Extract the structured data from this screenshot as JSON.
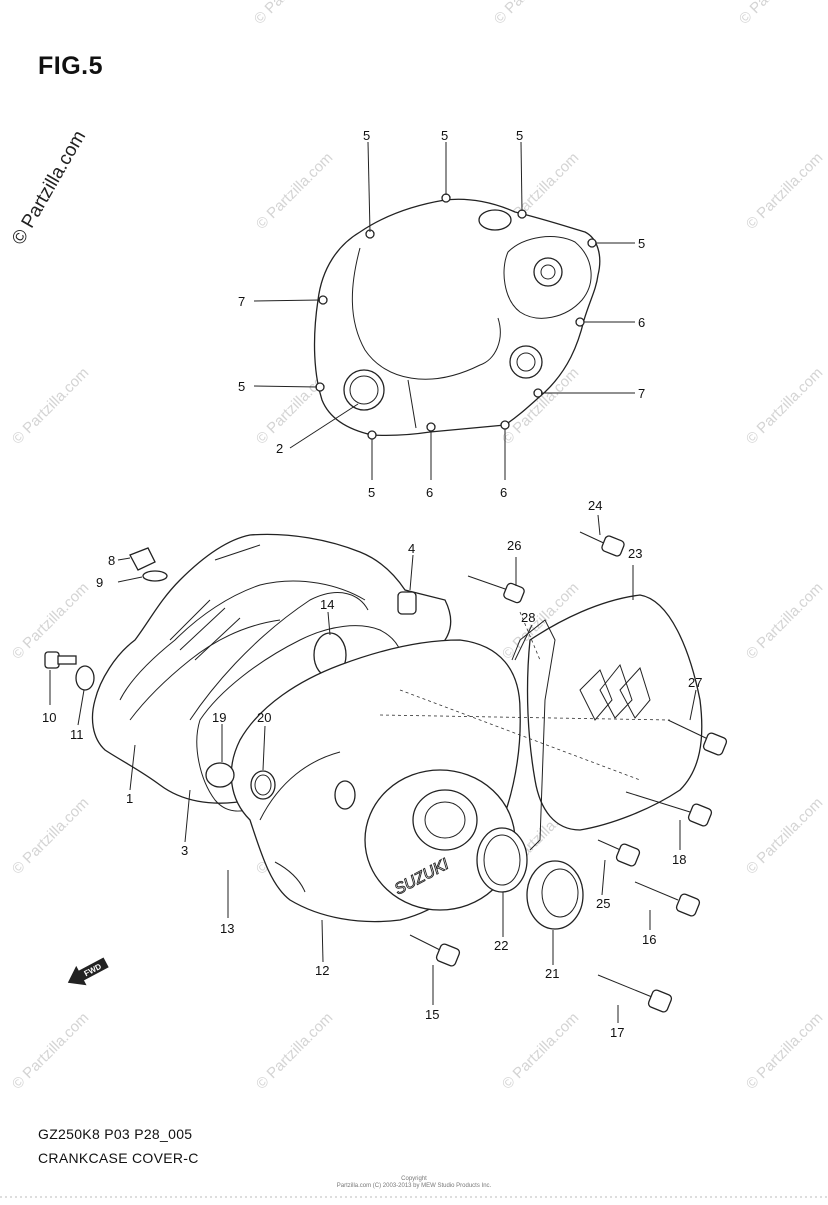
{
  "figure_title": "FIG.5",
  "side_watermark": "© Partzilla.com",
  "tile_watermark": "© Partzilla.com",
  "footer": {
    "model_code": "GZ250K8 P03 P28_005",
    "section_name": "CRANKCASE COVER-C"
  },
  "copyright_lines": [
    "Copyright",
    "Partzilla.com (C) 2003-2013 by MEW Studio Products Inc."
  ],
  "brand_mark": "SUZUKI",
  "fwd_label": "FWD",
  "callouts": [
    {
      "id": "c1",
      "label": "5"
    },
    {
      "id": "c2",
      "label": "5"
    },
    {
      "id": "c3",
      "label": "5"
    },
    {
      "id": "c4",
      "label": "5"
    },
    {
      "id": "c5",
      "label": "7"
    },
    {
      "id": "c6",
      "label": "6"
    },
    {
      "id": "c7",
      "label": "5"
    },
    {
      "id": "c8",
      "label": "7"
    },
    {
      "id": "c9",
      "label": "2"
    },
    {
      "id": "c10",
      "label": "5"
    },
    {
      "id": "c11",
      "label": "6"
    },
    {
      "id": "c12",
      "label": "6"
    },
    {
      "id": "c13",
      "label": "24"
    },
    {
      "id": "c14",
      "label": "8"
    },
    {
      "id": "c15",
      "label": "4"
    },
    {
      "id": "c16",
      "label": "26"
    },
    {
      "id": "c17",
      "label": "23"
    },
    {
      "id": "c18",
      "label": "9"
    },
    {
      "id": "c19",
      "label": "14"
    },
    {
      "id": "c20",
      "label": "28"
    },
    {
      "id": "c21",
      "label": "27"
    },
    {
      "id": "c22",
      "label": "10"
    },
    {
      "id": "c23",
      "label": "11"
    },
    {
      "id": "c24",
      "label": "19"
    },
    {
      "id": "c25",
      "label": "20"
    },
    {
      "id": "c26",
      "label": "1"
    },
    {
      "id": "c27",
      "label": "3"
    },
    {
      "id": "c28",
      "label": "18"
    },
    {
      "id": "c29",
      "label": "13"
    },
    {
      "id": "c30",
      "label": "25"
    },
    {
      "id": "c31",
      "label": "16"
    },
    {
      "id": "c32",
      "label": "12"
    },
    {
      "id": "c33",
      "label": "22"
    },
    {
      "id": "c34",
      "label": "21"
    },
    {
      "id": "c35",
      "label": "15"
    },
    {
      "id": "c36",
      "label": "17"
    }
  ]
}
